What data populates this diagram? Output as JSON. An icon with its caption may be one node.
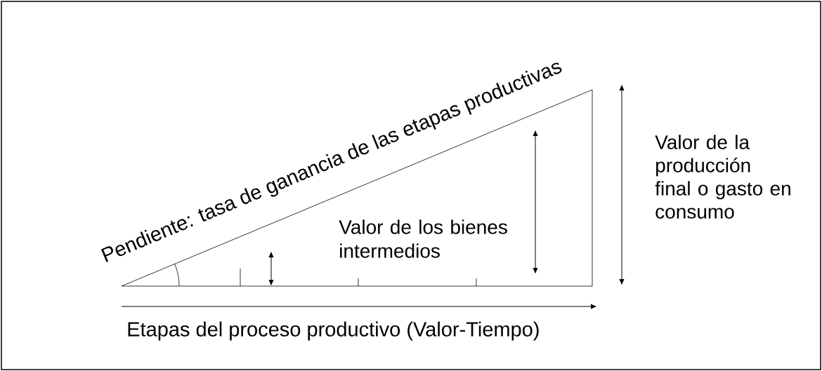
{
  "diagram": {
    "labels": [
      "Pendiente: tasa de ganancia de las etapas productivas",
      "Valor de los bienes intermedios",
      "Valor de la producción final o gasto en consumo",
      "Etapas del proceso productivo (Valor-Tiempo)"
    ]
  }
}
